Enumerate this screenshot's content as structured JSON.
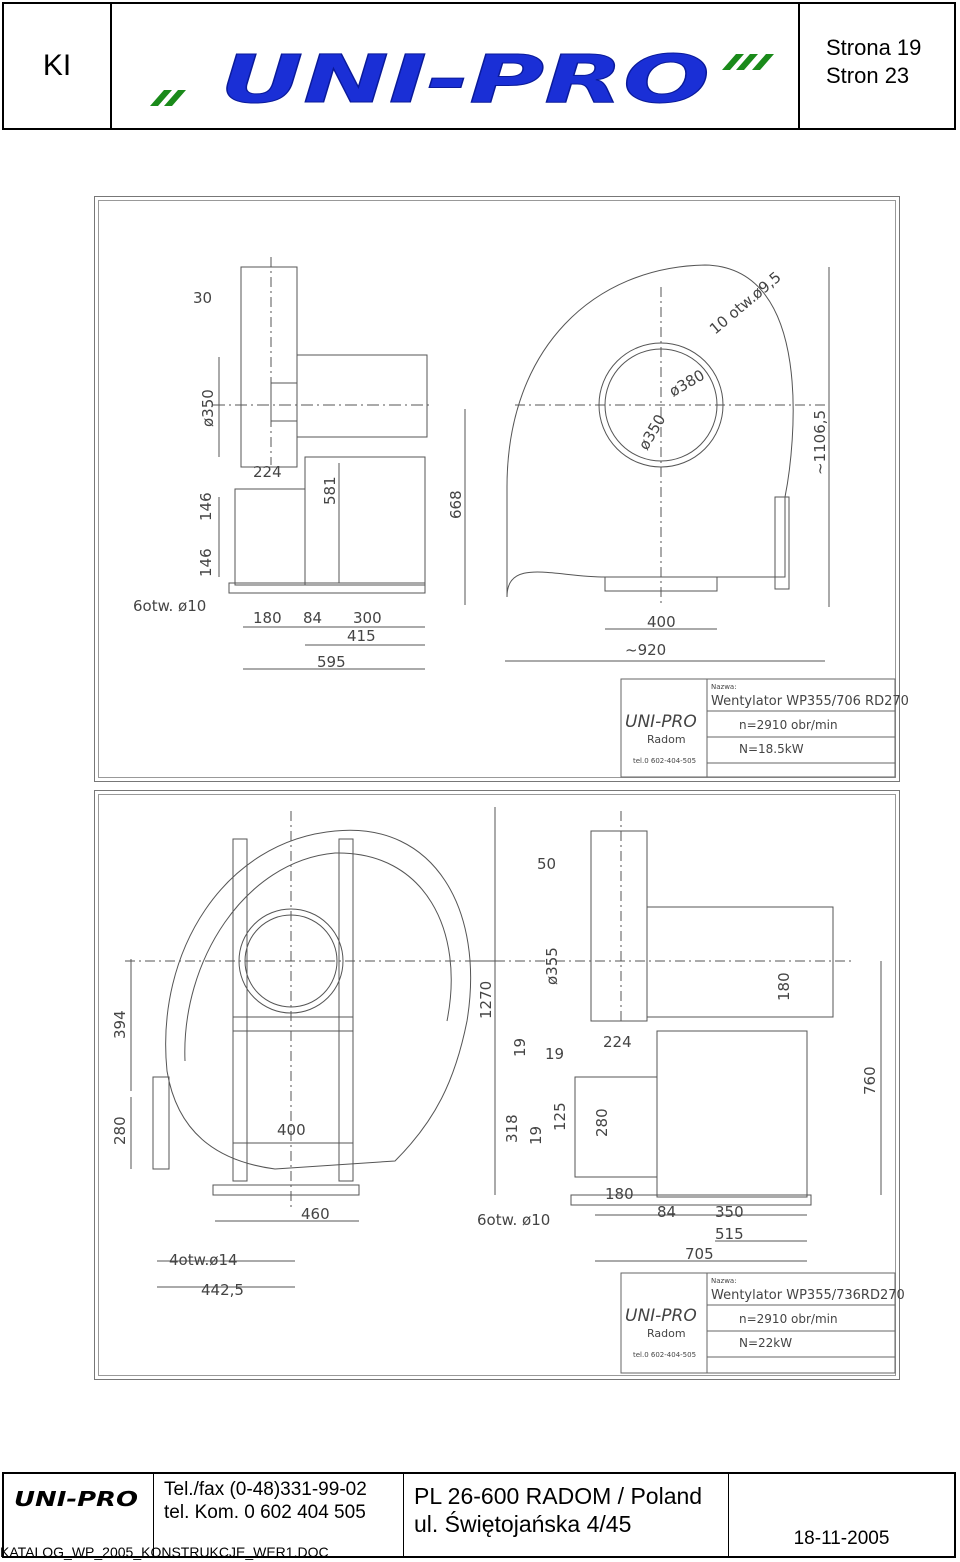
{
  "header": {
    "code": "KI",
    "logo_text": "UNI-PRO",
    "page_line1": "Strona 19",
    "page_line2": "Stron 23"
  },
  "drawing1": {
    "dims": {
      "d30": "30",
      "d350": "ø350",
      "d224": "224",
      "d146a": "146",
      "d146b": "146",
      "d581": "581",
      "d668": "668",
      "holes": "6otw. ø10",
      "d180": "180",
      "d84": "84",
      "d300": "300",
      "d415": "415",
      "d595": "595",
      "flange_holes": "10 otw.ø9,5",
      "d380": "ø380",
      "d350b": "ø350",
      "d1106": "~1106,5",
      "d400": "400",
      "d920": "~920"
    },
    "title_block": {
      "name_label": "Nazwa:",
      "title": "Wentylator WP355/706 RD270",
      "company": "UNI-PRO",
      "city": "Radom",
      "phone": "tel.0 602-404-505",
      "speed": "n=2910 obr/min",
      "power": "N=18.5kW"
    }
  },
  "drawing2": {
    "dims": {
      "d394": "394",
      "d280": "280",
      "d1270": "1270",
      "d400": "400",
      "d460": "460",
      "holes4": "4otw.ø14",
      "d4425": "442,5",
      "d50": "50",
      "d355": "ø355",
      "d19a": "19",
      "d19b": "19",
      "d19c": "19",
      "d224": "224",
      "d318": "318",
      "d125": "125",
      "d280b": "280",
      "d180": "180",
      "d760": "760",
      "holes6": "6otw. ø10",
      "d180b": "180",
      "d84": "84",
      "d350": "350",
      "d515": "515",
      "d705": "705"
    },
    "title_block": {
      "name_label": "Nazwa:",
      "title": "Wentylator WP355/736RD270",
      "company": "UNI-PRO",
      "city": "Radom",
      "phone": "tel.0 602-404-505",
      "speed": "n=2910 obr/min",
      "power": "N=22kW"
    }
  },
  "footer": {
    "logo_text": "UNI-PRO",
    "tel_fax": "Tel./fax (0-48)331-99-02",
    "tel_mobile": "tel. Kom. 0 602 404 505",
    "address1": "PL 26-600 RADOM / Poland",
    "address2": "ul. Świętojańska 4/45",
    "date": "18-11-2005",
    "filename": "KATALOG_WP_2005_KONSTRUKCJE_WER1.DOC"
  },
  "colors": {
    "logo_blue": "#1a2fd6",
    "logo_green": "#1a8a1a"
  }
}
